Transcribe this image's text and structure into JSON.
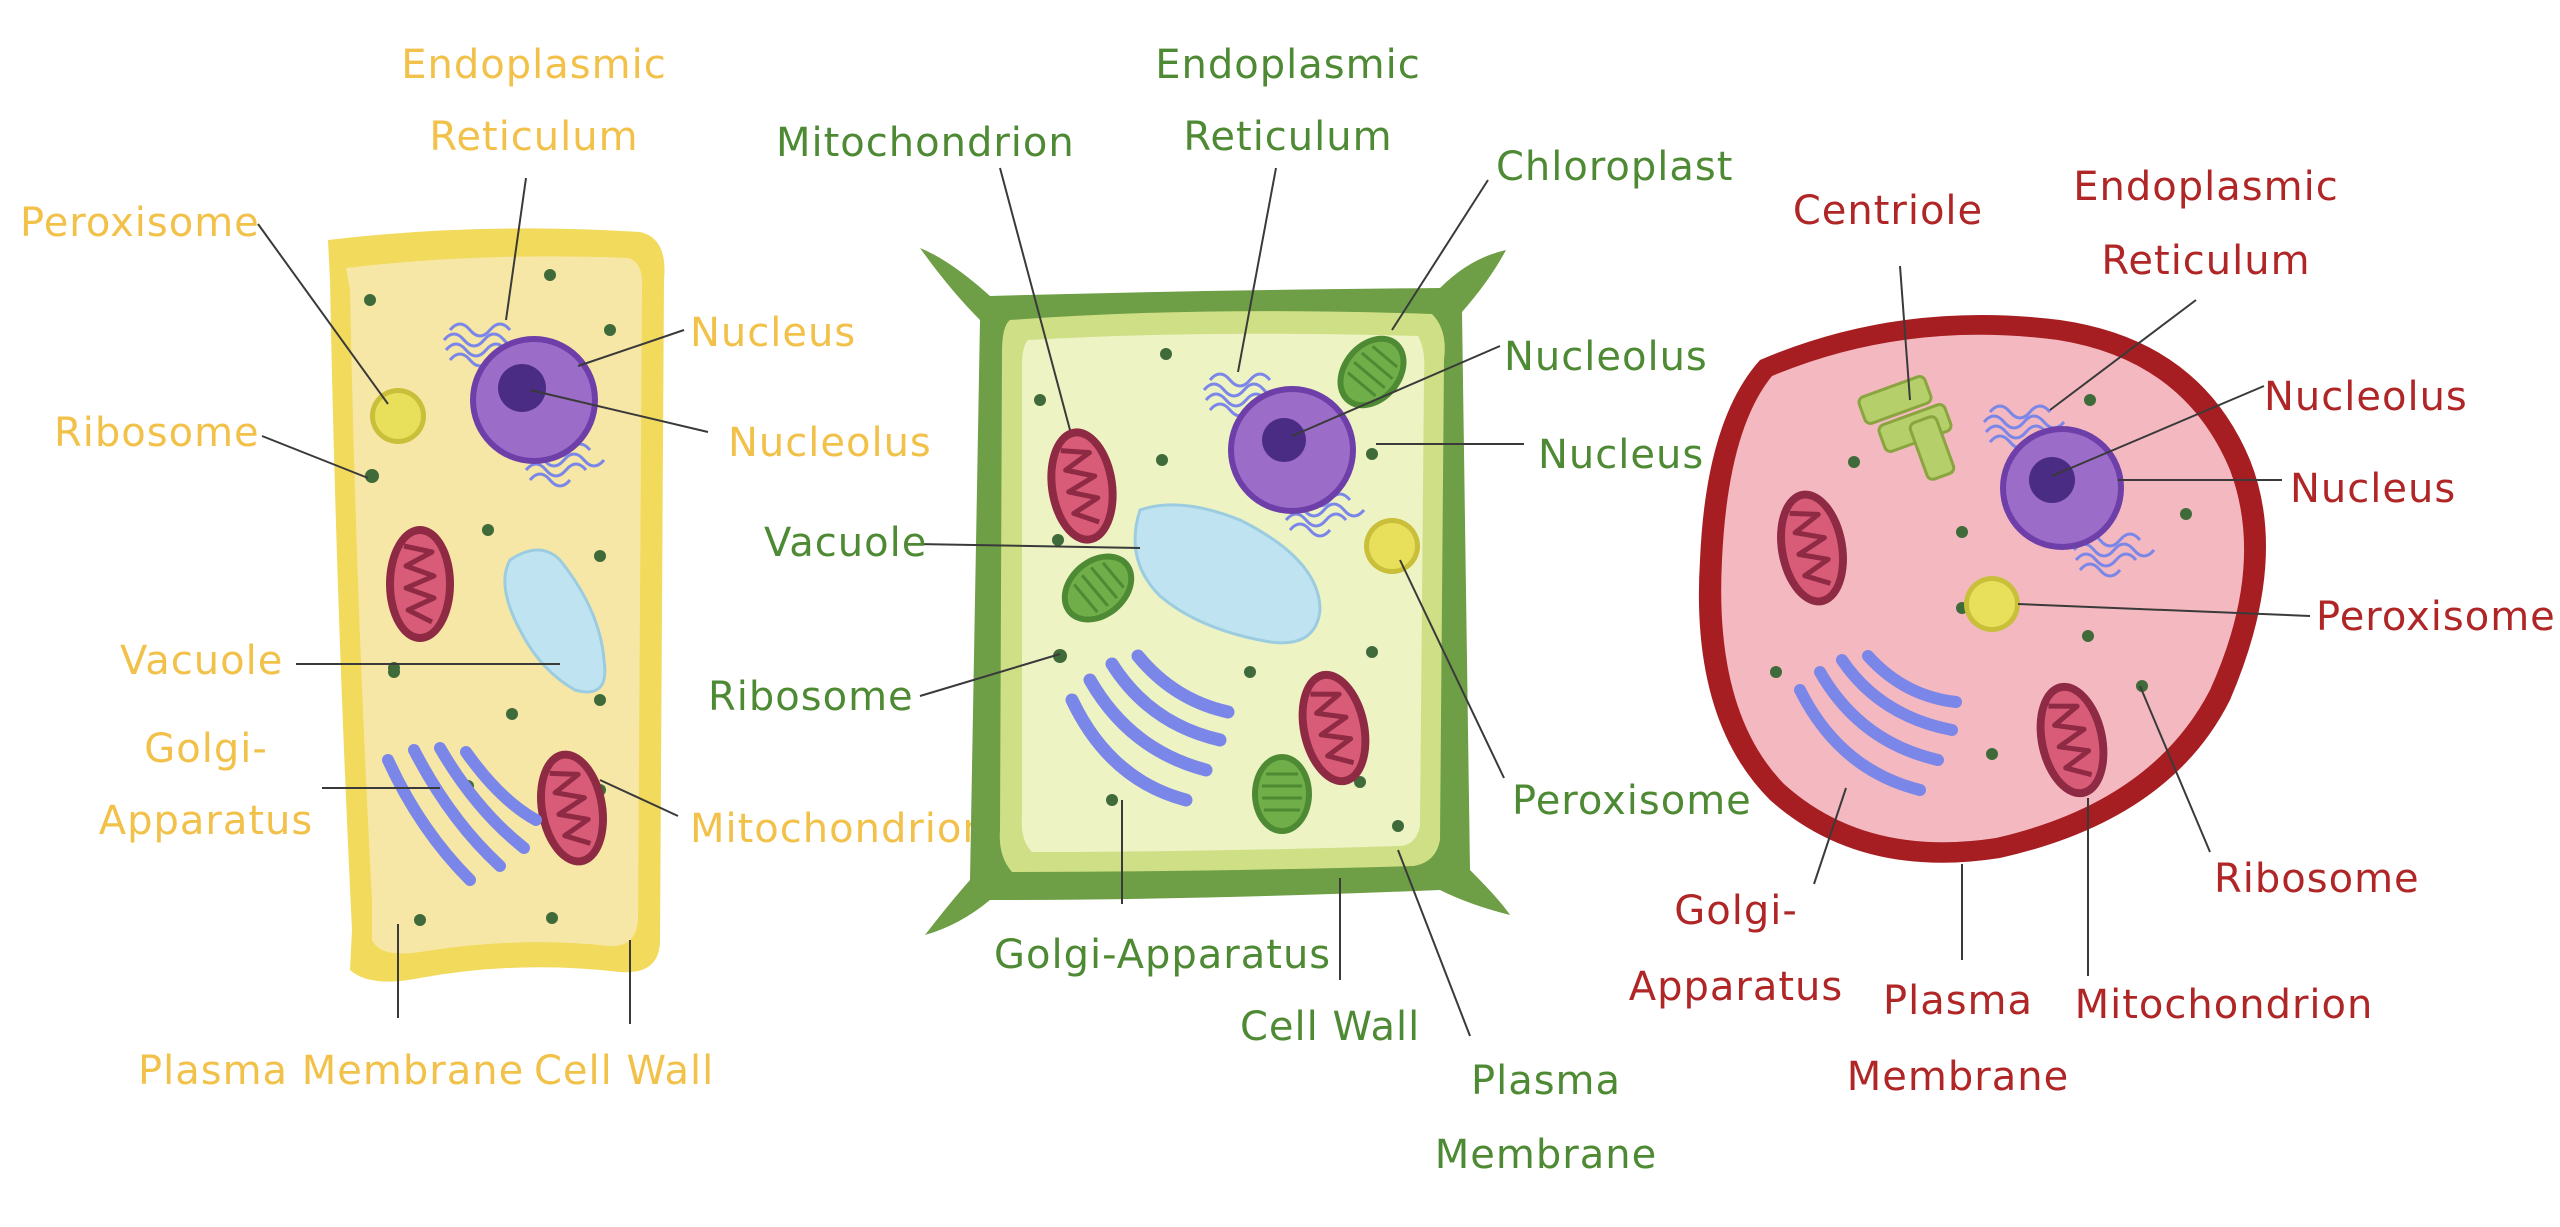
{
  "colors": {
    "yellow_label": "#F2C14A",
    "green_label": "#4E8A34",
    "red_label": "#B02626",
    "yellow_wall": "#F1DA5C",
    "yellow_cyto": "#F7E7A6",
    "green_wall": "#6E9E45",
    "green_cyto": "#EEF3C4",
    "red_wall": "#A71E22",
    "red_cyto": "#F4B9C0",
    "nucleus": "#9B6CC8",
    "nucleolus": "#4A2C85",
    "vacuole": "#BFE3F0",
    "mitochondrion": "#C94A66",
    "golgi": "#7A86E8",
    "chloroplast": "#5E9B3C",
    "peroxisome": "#E8DF5A",
    "ribosome": "#3F6B3B",
    "centriole": "#B5CF6A"
  },
  "cell1": {
    "endoplasmic_reticulum_1": "Endoplasmic",
    "endoplasmic_reticulum_2": "Reticulum",
    "peroxisome": "Peroxisome",
    "ribosome": "Ribosome",
    "nucleus": "Nucleus",
    "nucleolus": "Nucleolus",
    "vacuole": "Vacuole",
    "golgi_1": "Golgi-",
    "golgi_2": "Apparatus",
    "mitochondrion": "Mitochondrion",
    "plasma_membrane": "Plasma Membrane",
    "cell_wall": "Cell Wall"
  },
  "cell2": {
    "mitochondrion": "Mitochondrion",
    "endoplasmic_reticulum_1": "Endoplasmic",
    "endoplasmic_reticulum_2": "Reticulum",
    "chloroplast": "Chloroplast",
    "nucleolus": "Nucleolus",
    "nucleus": "Nucleus",
    "vacuole": "Vacuole",
    "ribosome": "Ribosome",
    "peroxisome": "Peroxisome",
    "golgi": "Golgi-Apparatus",
    "cell_wall": "Cell Wall",
    "plasma_membrane_1": "Plasma",
    "plasma_membrane_2": "Membrane"
  },
  "cell3": {
    "centriole": "Centriole",
    "endoplasmic_reticulum_1": "Endoplasmic",
    "endoplasmic_reticulum_2": "Reticulum",
    "nucleolus": "Nucleolus",
    "nucleus": "Nucleus",
    "peroxisome": "Peroxisome",
    "ribosome": "Ribosome",
    "golgi_1": "Golgi-",
    "golgi_2": "Apparatus",
    "plasma_membrane_1": "Plasma",
    "plasma_membrane_2": "Membrane",
    "mitochondrion": "Mitochondrion"
  }
}
